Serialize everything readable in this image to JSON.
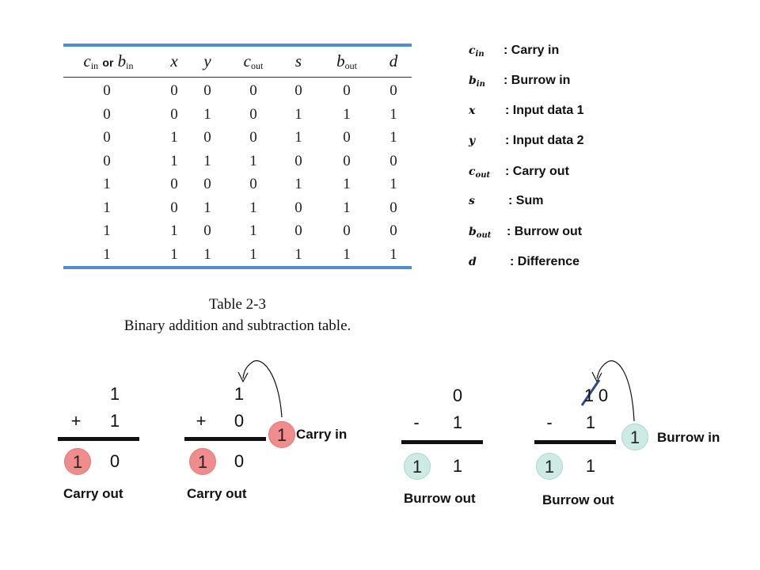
{
  "table": {
    "headers": [
      "c",
      "in",
      "or",
      "b",
      "in",
      "x",
      "y",
      "c",
      "out",
      "s",
      "b",
      "out",
      "d"
    ],
    "rows": [
      [
        "0",
        "0",
        "0",
        "0",
        "0",
        "0",
        "0"
      ],
      [
        "0",
        "0",
        "1",
        "0",
        "1",
        "1",
        "1"
      ],
      [
        "0",
        "1",
        "0",
        "0",
        "1",
        "0",
        "1"
      ],
      [
        "0",
        "1",
        "1",
        "1",
        "0",
        "0",
        "0"
      ],
      [
        "1",
        "0",
        "0",
        "0",
        "1",
        "1",
        "1"
      ],
      [
        "1",
        "0",
        "1",
        "1",
        "0",
        "1",
        "0"
      ],
      [
        "1",
        "1",
        "0",
        "1",
        "0",
        "0",
        "0"
      ],
      [
        "1",
        "1",
        "1",
        "1",
        "1",
        "1",
        "1"
      ]
    ],
    "caption_title": "Table 2-3",
    "caption_text": "Binary addition and subtraction table.",
    "accent_color": "#4f8fce"
  },
  "legend": [
    {
      "sym": "c",
      "sub": "in",
      "desc": ":  Carry in"
    },
    {
      "sym": "b",
      "sub": "in",
      "desc": ":  Burrow in"
    },
    {
      "sym": "x",
      "sub": "",
      "desc": ":  Input data 1"
    },
    {
      "sym": "y",
      "sub": "",
      "desc": ":  Input data 2"
    },
    {
      "sym": "c",
      "sub": "out",
      "desc": ":  Carry out"
    },
    {
      "sym": "s",
      "sub": "",
      "desc": ":  Sum"
    },
    {
      "sym": "b",
      "sub": "out",
      "desc": ":  Burrow out"
    },
    {
      "sym": "d",
      "sub": "",
      "desc": ":  Difference"
    }
  ],
  "examples": {
    "ex1": {
      "top": "1",
      "op": "+",
      "bottom": "1",
      "carry_out": "1",
      "result": "0",
      "label": "Carry out"
    },
    "ex2": {
      "top": "1",
      "op": "+",
      "bottom": "0",
      "carry_in": "1",
      "carry_in_label": "Carry in",
      "carry_out": "1",
      "result": "0",
      "label": "Carry out"
    },
    "ex3": {
      "top": "0",
      "op": "-",
      "bottom": "1",
      "borrow_out": "1",
      "result": "1",
      "label": "Burrow out"
    },
    "ex4": {
      "top_struck": "1",
      "top": "0",
      "op": "-",
      "bottom": "1",
      "borrow_in": "1",
      "borrow_in_label": "Burrow in",
      "borrow_out": "1",
      "result": "1",
      "label": "Burrow out"
    },
    "colors": {
      "carry": "#f08c8c",
      "borrow": "#cdebe5",
      "strike": "#2b4a8c"
    }
  }
}
